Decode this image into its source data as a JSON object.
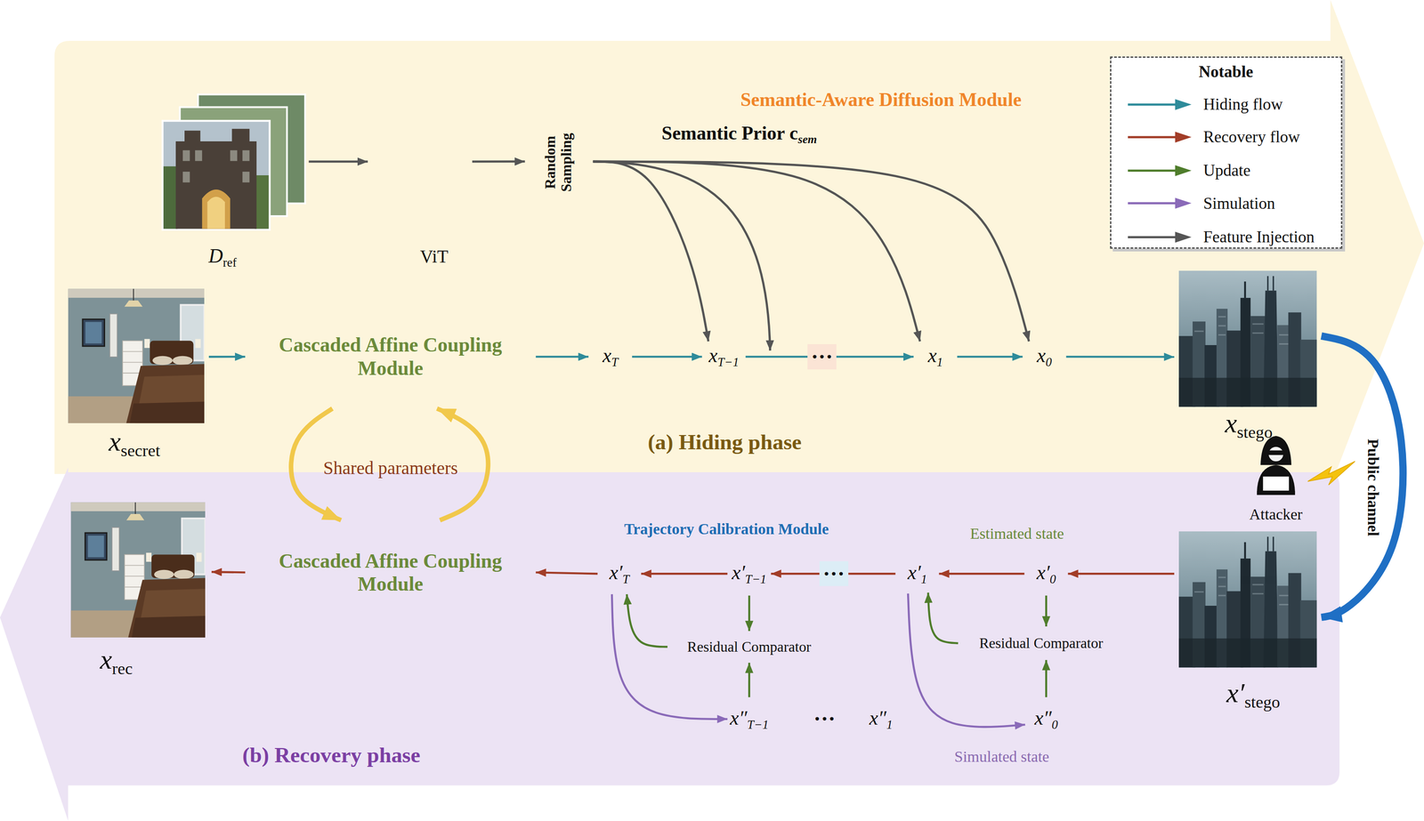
{
  "diagram": {
    "nodes": [
      {
        "text": [
          "(a) Hiding phase"
        ]
      },
      {
        "text": [
          "Semantic-Aware Diffusion Module",
          "Semantic Prior csem"
        ],
        "in": 0
      },
      {
        "text": [
          "Dref"
        ],
        "in": 1
      },
      {
        "text": [
          "ViT"
        ],
        "in": 1
      },
      {
        "text": [
          "Random Sampling"
        ],
        "in": 1
      },
      {
        "text": [
          "xsecret"
        ],
        "in": 0
      },
      {
        "text": [
          "Cascaded Affine Coupling Module"
        ],
        "in": 0
      },
      {
        "text": [
          "xT"
        ],
        "in": 1
      },
      {
        "text": [
          "xT−1"
        ],
        "in": 1
      },
      {
        "text": [
          "x1"
        ],
        "in": 1
      },
      {
        "text": [
          "x0"
        ],
        "in": 1
      },
      {
        "text": [
          "xstego"
        ],
        "in": 0
      },
      {
        "text": [
          "(b) Recovery phase"
        ]
      },
      {
        "text": [
          "xrec"
        ],
        "in": 12
      },
      {
        "text": [
          "Cascaded Affine Coupling Module"
        ],
        "in": 12
      },
      {
        "text": [
          "Trajectory Calibration Module"
        ],
        "in": 12
      },
      {
        "text": [
          "x′T"
        ],
        "in": 15
      },
      {
        "text": [
          "x′T−1"
        ],
        "in": 15
      },
      {
        "text": [
          "x′1"
        ],
        "in": 15
      },
      {
        "text": [
          "x′0"
        ],
        "in": 15
      },
      {
        "text": [
          "Residual Comparator"
        ],
        "in": 15
      },
      {
        "text": [
          "Residual Comparator"
        ],
        "in": 15
      },
      {
        "text": [
          "x″T−1"
        ],
        "in": 15
      },
      {
        "text": [
          "x″1"
        ],
        "in": 15
      },
      {
        "text": [
          "x″0"
        ],
        "in": 15
      },
      {
        "text": [
          "x′stego"
        ],
        "in": 12
      }
    ],
    "edges": [
      {
        "from": 2,
        "to": 3,
        "arrow": "to"
      },
      {
        "from": 3,
        "to": 4,
        "arrow": "to"
      },
      {
        "from": 4,
        "to": 8,
        "arrow": "to"
      },
      {
        "from": 4,
        "to": 9,
        "arrow": "to"
      },
      {
        "from": 4,
        "to": 10,
        "arrow": "to"
      },
      {
        "from": 5,
        "to": 6,
        "arrow": "to"
      },
      {
        "from": 6,
        "to": 7,
        "arrow": "to"
      },
      {
        "from": 7,
        "to": 8,
        "arrow": "to"
      },
      {
        "from": 8,
        "to": 9,
        "label": "···",
        "arrow": "to"
      },
      {
        "from": 9,
        "to": 10,
        "arrow": "to"
      },
      {
        "from": 10,
        "to": 11,
        "arrow": "to"
      },
      {
        "from": 11,
        "to": 25,
        "arrow": "to"
      },
      {
        "from": 25,
        "to": 19,
        "arrow": "to"
      },
      {
        "from": 19,
        "to": 18,
        "arrow": "to"
      },
      {
        "from": 18,
        "to": 17,
        "label": "···",
        "arrow": "to"
      },
      {
        "from": 17,
        "to": 16,
        "arrow": "to"
      },
      {
        "from": 16,
        "to": 14,
        "arrow": "to"
      },
      {
        "from": 14,
        "to": 13,
        "arrow": "to"
      },
      {
        "from": 19,
        "to": 21,
        "arrow": "to"
      },
      {
        "from": 24,
        "to": 21,
        "arrow": "to"
      },
      {
        "from": 21,
        "to": 18,
        "arrow": "to"
      },
      {
        "from": 17,
        "to": 20,
        "arrow": "to"
      },
      {
        "from": 22,
        "to": 20,
        "arrow": "to"
      },
      {
        "from": 20,
        "to": 16,
        "arrow": "to"
      },
      {
        "from": 16,
        "to": 22,
        "arrow": "to"
      },
      {
        "from": 18,
        "to": 24,
        "arrow": "to"
      },
      {
        "from": 6,
        "to": 14,
        "arrow": "to"
      },
      {
        "from": 14,
        "to": 6,
        "arrow": "to"
      }
    ],
    "labels": [
      "Notable",
      "Shared parameters",
      "Attacker",
      "Public channel",
      "Estimated state",
      "···",
      "Simulated state"
    ],
    "legend": [
      {
        "text": "Hiding flow",
        "color": "#2e8b9a"
      },
      {
        "text": "Recovery flow",
        "color": "#a23d28"
      },
      {
        "text": "Update",
        "color": "#4f7d2c"
      },
      {
        "text": "Simulation",
        "color": "#8a6ab8"
      },
      {
        "text": "Feature Injection",
        "color": "#555555"
      }
    ]
  }
}
